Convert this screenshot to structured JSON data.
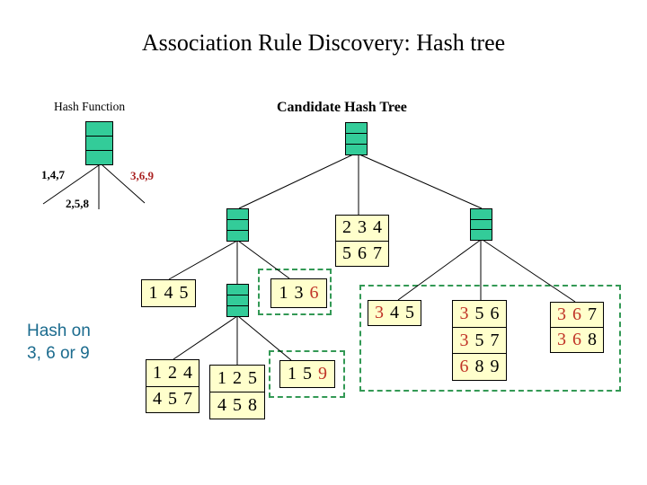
{
  "title": "Association Rule Discovery: Hash tree",
  "hash_function": {
    "title": "Hash Function",
    "branch_147": "1,4,7",
    "branch_258": "2,5,8",
    "branch_369": "3,6,9"
  },
  "hash_tree": {
    "title": "Candidate Hash Tree",
    "note_line1": "Hash on",
    "note_line2": "3, 6 or 9",
    "leaves": {
      "l145": {
        "cells": [
          [
            "1",
            "4",
            "5"
          ]
        ]
      },
      "l136": {
        "cells": [
          [
            "1",
            "3",
            "*6"
          ]
        ]
      },
      "l124_457": {
        "cells": [
          [
            "1",
            "2",
            "4"
          ],
          [
            "4",
            "5",
            "7"
          ]
        ]
      },
      "l125_458": {
        "cells": [
          [
            "1",
            "2",
            "5"
          ],
          [
            "4",
            "5",
            "8"
          ]
        ]
      },
      "l159": {
        "cells": [
          [
            "1",
            "5",
            "*9"
          ]
        ]
      },
      "l234_567": {
        "cells": [
          [
            "2",
            "3",
            "4"
          ],
          [
            "5",
            "6",
            "7"
          ]
        ]
      },
      "l345": {
        "cells": [
          [
            "*3",
            "4",
            "5"
          ]
        ]
      },
      "l356_357_689": {
        "cells": [
          [
            "*3",
            "5",
            "6"
          ],
          [
            "*3",
            "5",
            "7"
          ],
          [
            "*6",
            "8",
            "9"
          ]
        ]
      },
      "l367_368": {
        "cells": [
          [
            "*3",
            "*6",
            "7"
          ],
          [
            "*3",
            "*6",
            "8"
          ]
        ]
      }
    }
  },
  "colors": {
    "node_green": "#33cc99",
    "leaf_yellow": "#ffffcc",
    "digit_red": "#c03327",
    "branch_red": "#aa2222",
    "dash_green": "#339955",
    "note_blue": "#1b6b8e"
  }
}
